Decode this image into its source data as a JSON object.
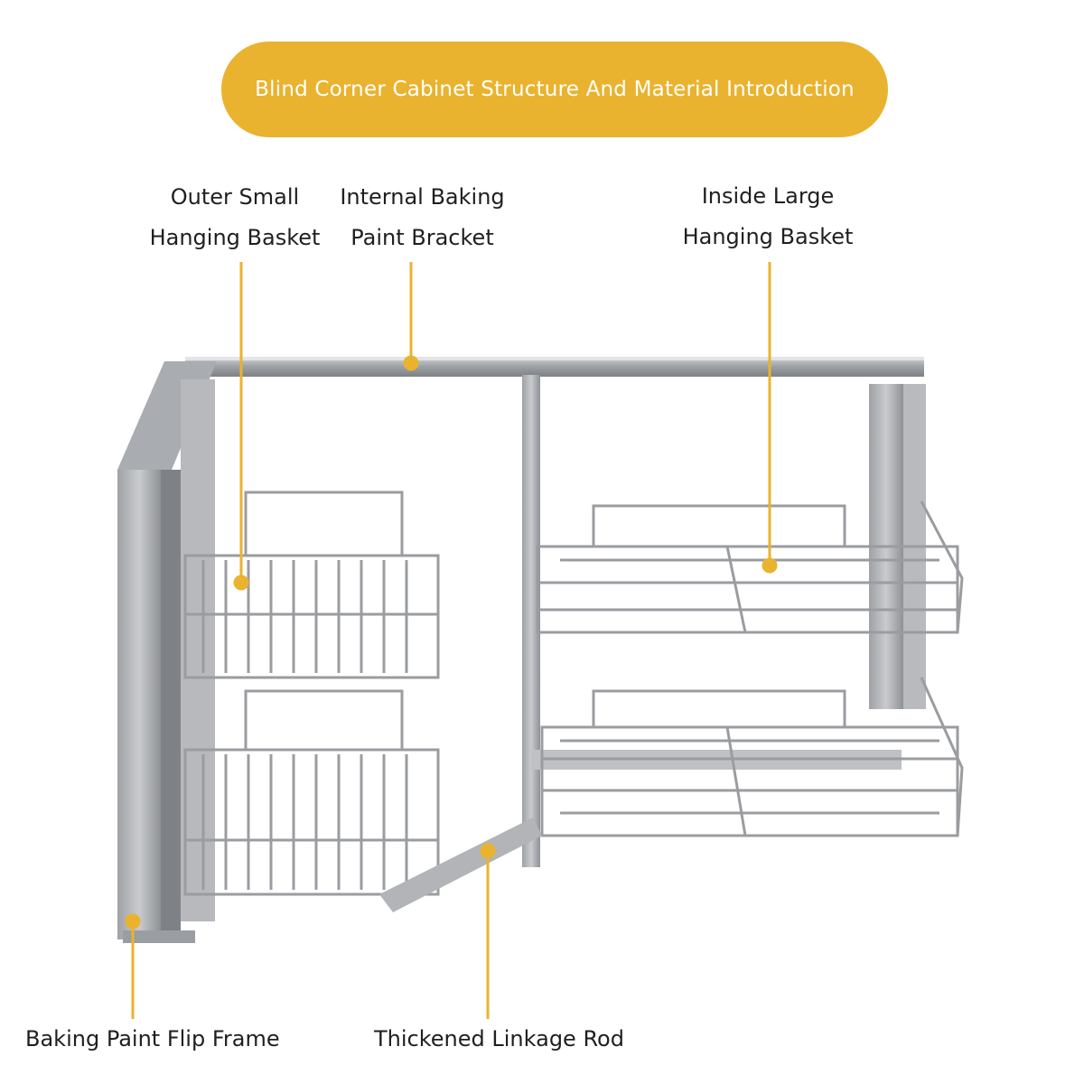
{
  "title": "Blind Corner Cabinet Structure And Material Introduction",
  "colors": {
    "banner": "#e9b32f",
    "callout": "#e9b32f",
    "frame": "#8c8f93",
    "wire": "#9a9ca0"
  },
  "callouts": {
    "outer_small_basket": [
      "Outer Small",
      "Hanging Basket"
    ],
    "internal_bracket": [
      "Internal Baking",
      "Paint Bracket"
    ],
    "inside_large_basket": [
      "Inside Large",
      "Hanging Basket"
    ],
    "flip_frame": "Baking Paint Flip Frame",
    "linkage_rod": "Thickened Linkage Rod"
  }
}
